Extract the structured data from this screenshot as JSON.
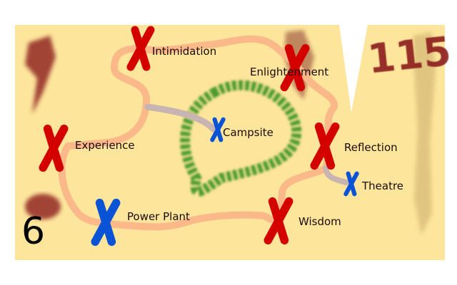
{
  "map": {
    "corner_numbers": {
      "top_right": "115",
      "bottom_left": "6"
    },
    "locations": [
      {
        "id": "intimidation",
        "label": "Intimidation",
        "type": "red"
      },
      {
        "id": "enlightenment",
        "label": "Enlightenment",
        "type": "red"
      },
      {
        "id": "experience",
        "label": "Experience",
        "type": "red"
      },
      {
        "id": "campsite",
        "label": "Campsite",
        "type": "blue"
      },
      {
        "id": "reflection",
        "label": "Reflection",
        "type": "red"
      },
      {
        "id": "theatre",
        "label": "Theatre",
        "type": "blue"
      },
      {
        "id": "power-plant",
        "label": "Power Plant",
        "type": "blue"
      },
      {
        "id": "wisdom",
        "label": "Wisdom",
        "type": "red"
      }
    ],
    "colors": {
      "parchment": "#fde59c",
      "route": "#fbb98a",
      "side_route": "#c8b4b0",
      "red_marker": "#d40000",
      "blue_marker": "#0a52d6",
      "forest": "#2f8f1f",
      "stain": "#8b1a1a"
    }
  }
}
